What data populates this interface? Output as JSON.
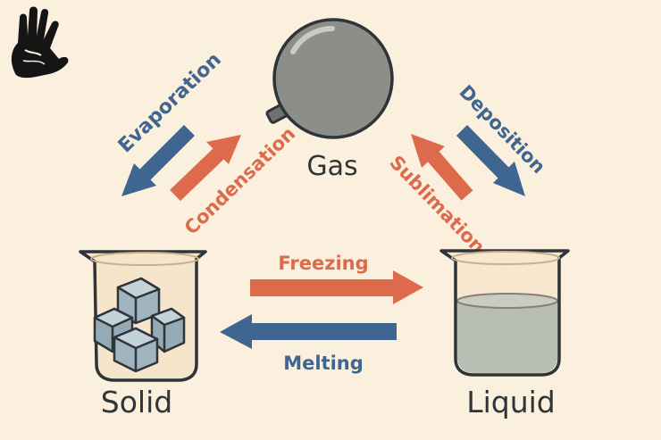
{
  "states": {
    "gas": "Gas",
    "solid": "Solid",
    "liquid": "Liquid"
  },
  "transitions": {
    "evaporation": "Evaporation",
    "condensation": "Condensation",
    "deposition": "Deposition",
    "sublimation": "Sublimation",
    "freezing": "Freezing",
    "melting": "Melting"
  },
  "colors": {
    "background": "#fbefdd",
    "blue_arrow": "#3f6690",
    "red_arrow": "#de6a4c",
    "outline": "#2f3438",
    "gas_ball": "#8c8e8a",
    "water": "#8aa5ae",
    "ice": "#9fb4bf"
  },
  "icons": {
    "corner": "handprint-icon"
  }
}
